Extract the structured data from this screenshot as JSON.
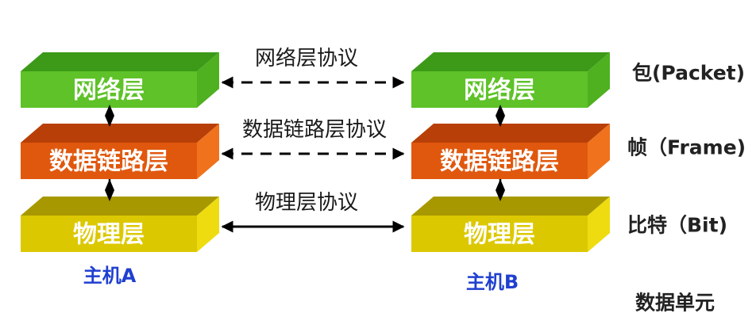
{
  "colors": {
    "network_front": "#5ec228",
    "network_top": "#3c9a18",
    "network_side": "#4fb020",
    "datalink_front": "#e0580e",
    "datalink_top": "#b84008",
    "datalink_side": "#f0721c",
    "physical_front": "#dcc800",
    "physical_top": "#a89800",
    "physical_side": "#eedc10",
    "host_label": "#1f3fd0"
  },
  "host_a": {
    "label": "主机A",
    "layers": {
      "network": "网络层",
      "datalink": "数据链路层",
      "physical": "物理层"
    }
  },
  "host_b": {
    "label": "主机B",
    "layers": {
      "network": "网络层",
      "datalink": "数据链路层",
      "physical": "物理层"
    }
  },
  "protocols": {
    "network": "网络层协议",
    "datalink": "数据链路层协议",
    "physical": "物理层协议"
  },
  "data_units": {
    "network": "包(Packet)",
    "datalink": "帧（Frame)",
    "physical": "比特（Bit)",
    "heading": "数据单元"
  }
}
